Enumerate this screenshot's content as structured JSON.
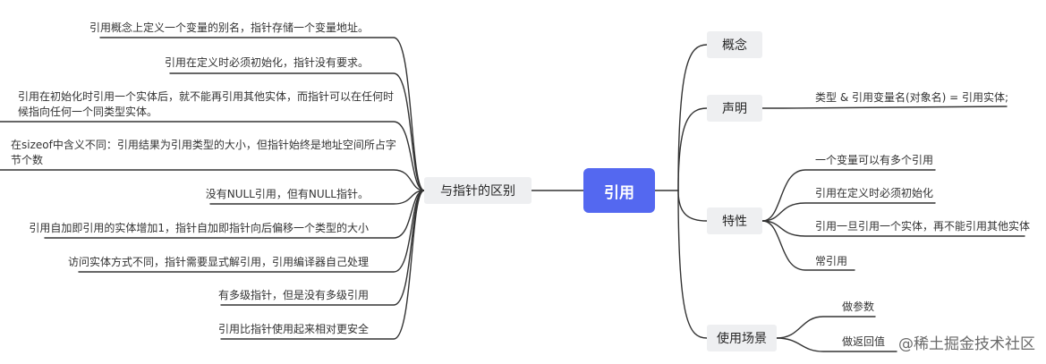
{
  "root": "引用",
  "right": {
    "concept": "概念",
    "declaration": {
      "label": "声明",
      "leaf": "类型 & 引用变量名(对象名) = 引用实体;"
    },
    "features": {
      "label": "特性",
      "leaves": [
        "一个变量可以有多个引用",
        "引用在定义时必须初始化",
        "引用一旦引用一个实体，再不能引用其他实体",
        "常引用"
      ]
    },
    "usage": {
      "label": "使用场景",
      "leaves": [
        "做参数",
        "做返回值"
      ]
    }
  },
  "left": {
    "label": "与指针的区别",
    "leaves": [
      "引用概念上定义一个变量的别名，指针存储一个变量地址。",
      "引用在定义时必须初始化，指针没有要求。",
      "引用在初始化时引用一个实体后，就不能再引用其他实体，而指针可以在任何时候指向任何一个同类型实体。",
      "在sizeof中含义不同：引用结果为引用类型的大小，但指针始终是地址空间所占字节个数",
      "没有NULL引用，但有NULL指针。",
      "引用自加即引用的实体增加1，指针自加即指针向后偏移一个类型的大小",
      "访问实体方式不同，指针需要显式解引用，引用编译器自己处理",
      "有多级指针，但是没有多级引用",
      "引用比指针使用起来相对更安全"
    ]
  },
  "watermark": "@稀土掘金技术社区",
  "colors": {
    "root_bg": "#5468f0",
    "branch_bg": "#eeeff1",
    "line": "#333333"
  }
}
